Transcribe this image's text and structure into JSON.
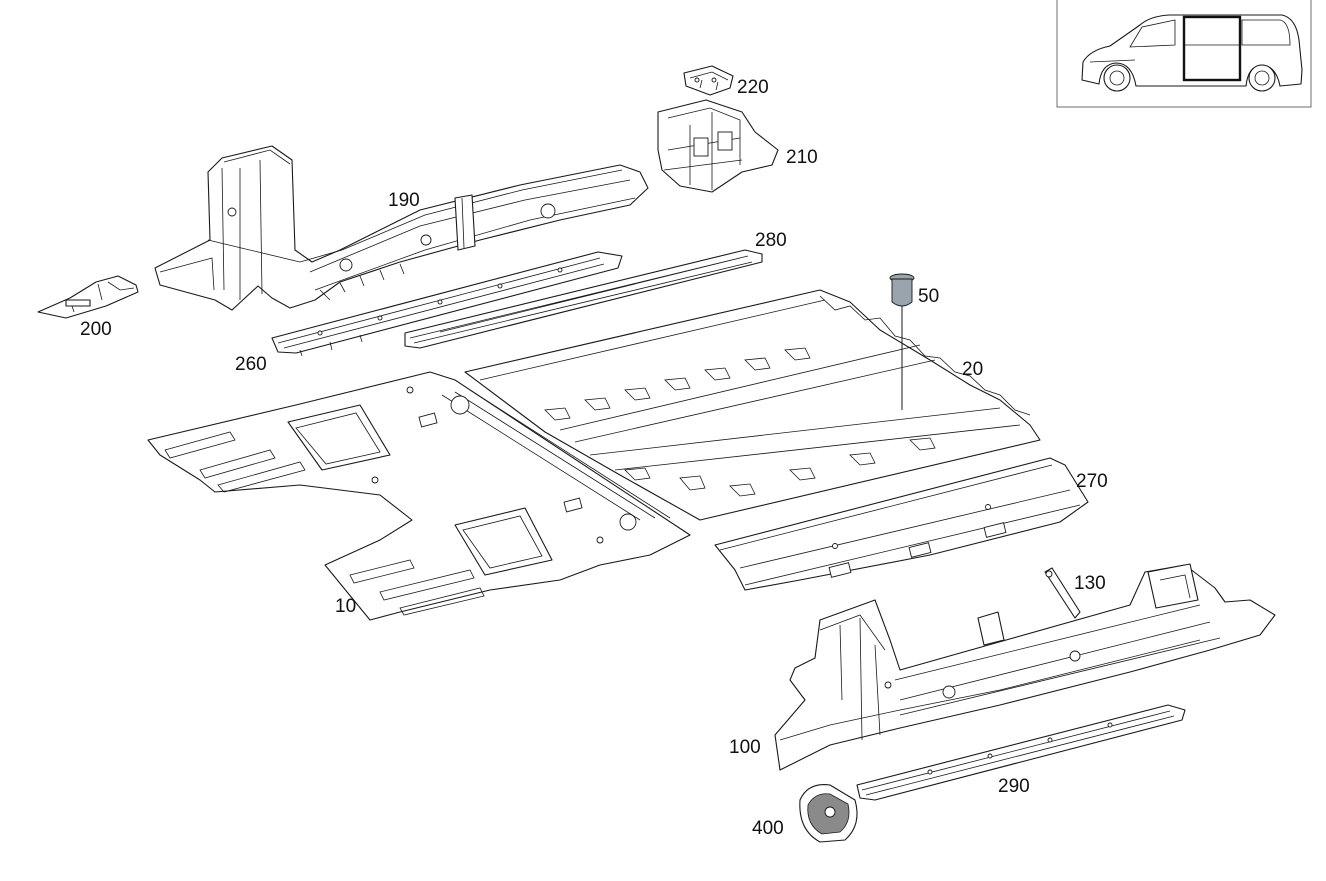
{
  "labels": {
    "p10": "10",
    "p20": "20",
    "p50": "50",
    "p100": "100",
    "p130": "130",
    "p190": "190",
    "p200": "200",
    "p210": "210",
    "p220": "220",
    "p260": "260",
    "p270": "270",
    "p280": "280",
    "p290": "290",
    "p400": "400"
  },
  "colors": {
    "line": "#1a1a1a",
    "fastener": "#9aa4ad",
    "thumbnail_frame": "#6d6d6d"
  },
  "thumbnail": {
    "icon": "van-side-view-icon",
    "highlight": "sliding-door-section"
  }
}
